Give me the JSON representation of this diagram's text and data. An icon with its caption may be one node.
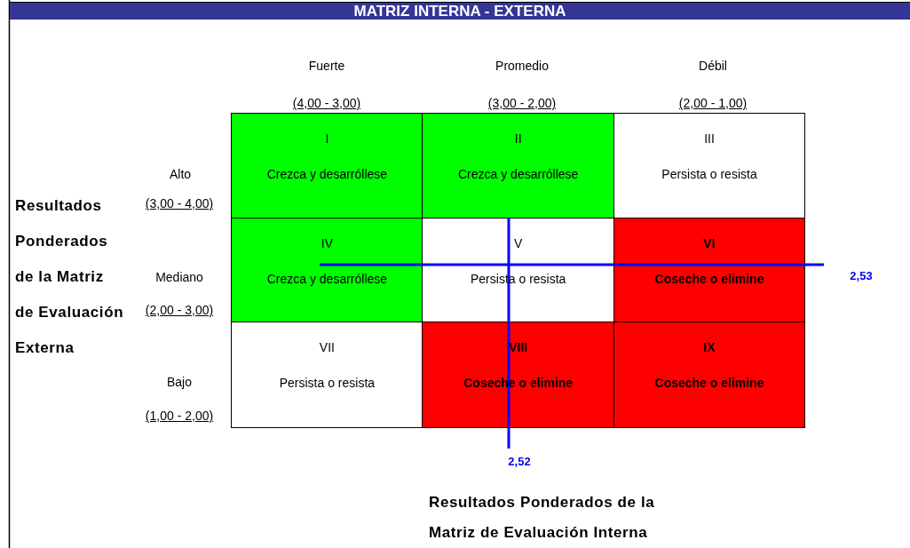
{
  "diagram": {
    "title": "MATRIZ INTERNA - EXTERNA",
    "nodes": [
      {
        "text": [
          "I",
          "Crezca y desarróllese"
        ]
      },
      {
        "text": [
          "II",
          "Crezca y desarróllese"
        ]
      },
      {
        "text": [
          "III",
          "Persista o resista"
        ]
      },
      {
        "text": [
          "IV",
          "Crezca y desarróllese"
        ]
      },
      {
        "text": [
          "V",
          "Persista o resista"
        ]
      },
      {
        "text": [
          "VI",
          "Coseche o elimine"
        ]
      },
      {
        "text": [
          "VII",
          "Persista o resista"
        ]
      },
      {
        "text": [
          "VIII",
          "Coseche o elimine"
        ]
      },
      {
        "text": [
          "IX",
          "Coseche o elimine"
        ]
      }
    ],
    "labels": [
      "Fuerte",
      "Promedio",
      "Débil",
      "(4,00 - 3,00)",
      "(3,00 - 2,00)",
      "(2,00 - 1,00)",
      "Resultados Ponderados de la Matriz de Evaluación Externa",
      "Alto",
      "(3,00 - 4,00)",
      "Mediano",
      "(2,00 - 3,00)",
      "Bajo",
      "(1,00 - 2,00)",
      "2,53",
      "2,52",
      "Resultados Ponderados de la Matriz de Evaluación Interna"
    ]
  }
}
